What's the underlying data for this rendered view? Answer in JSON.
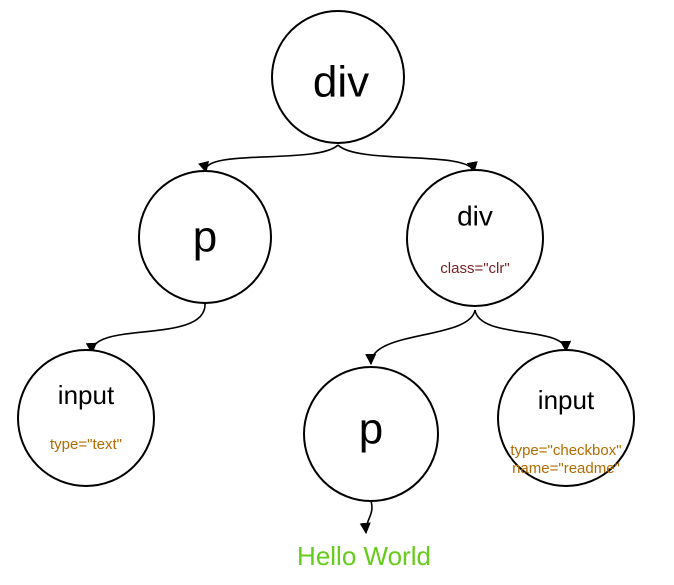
{
  "colors": {
    "stroke": "#000000",
    "attr_class": "#7a1f1f",
    "attr_input": "#b36b00",
    "text_node": "#66cc1a"
  },
  "nodes": {
    "root": {
      "tag": "div",
      "attrs": []
    },
    "p1": {
      "tag": "p",
      "attrs": []
    },
    "div2": {
      "tag": "div",
      "attrs": [
        "class=\"clr\""
      ]
    },
    "input1": {
      "tag": "input",
      "attrs": [
        "type=\"text\""
      ]
    },
    "p2": {
      "tag": "p",
      "attrs": []
    },
    "input2": {
      "tag": "input",
      "attrs": [
        "type=\"checkbox\"",
        "name=\"readme\""
      ]
    }
  },
  "text_node": "Hello World"
}
